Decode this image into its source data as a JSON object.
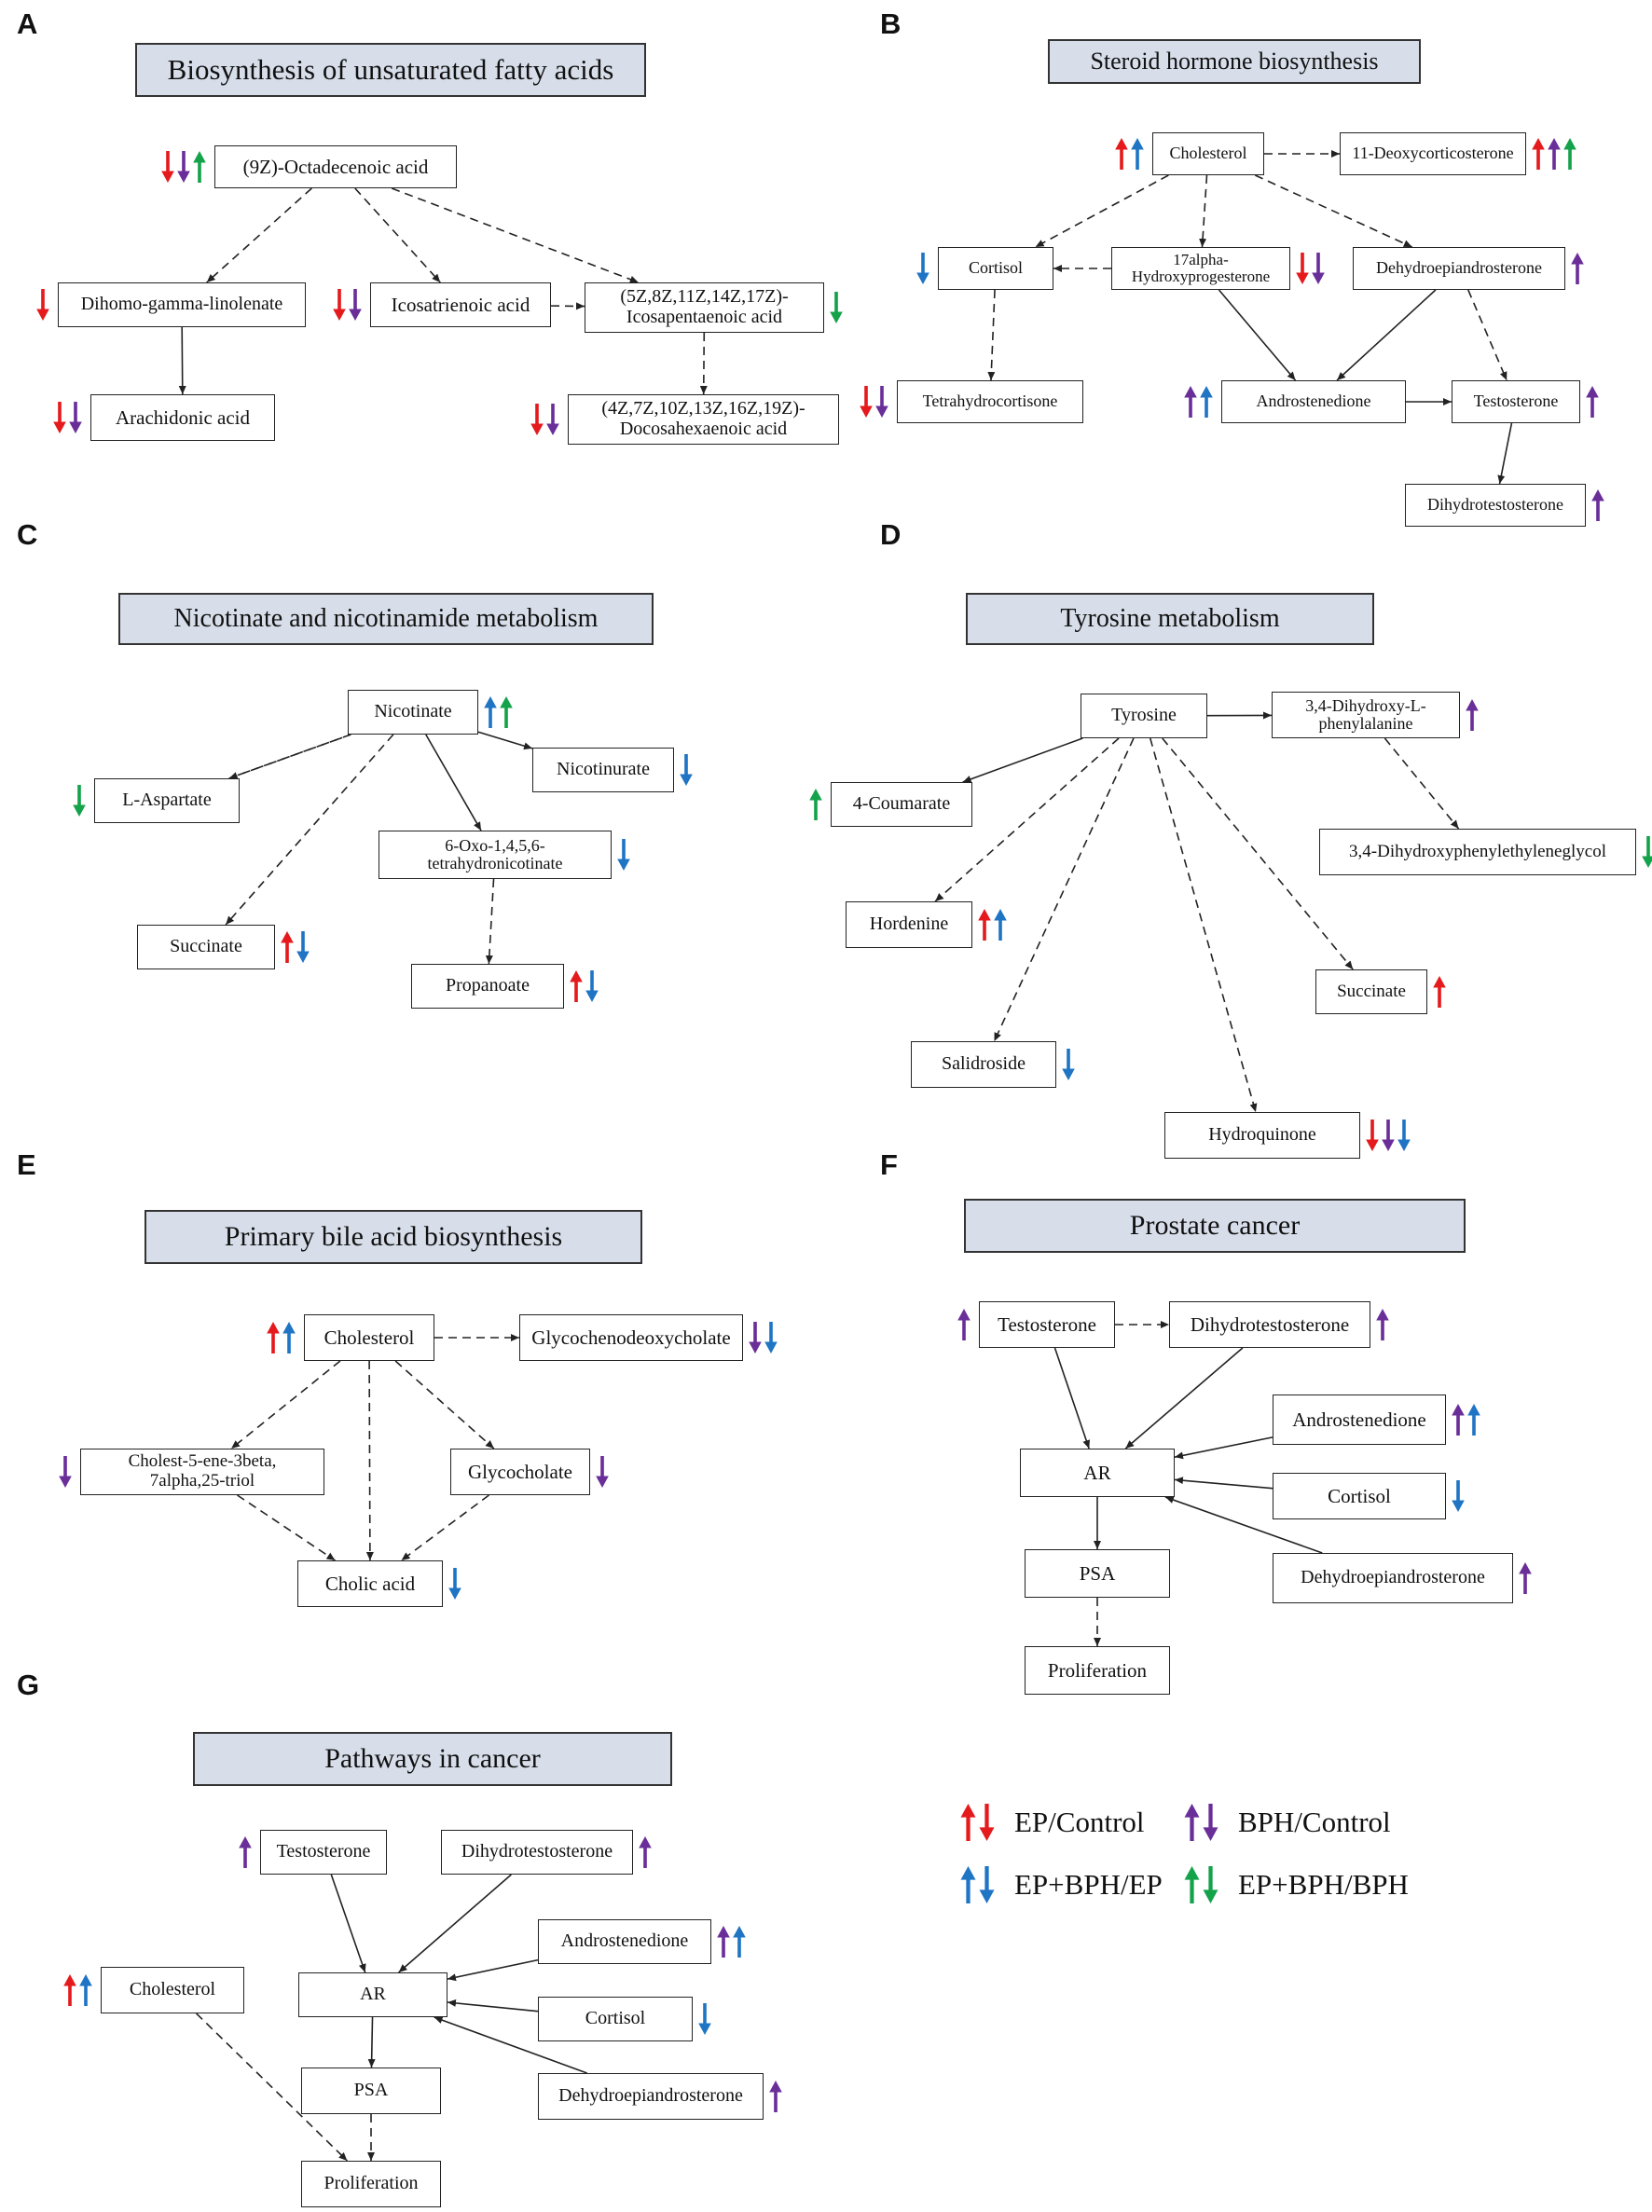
{
  "colors": {
    "red": "#e41a1c",
    "purple": "#6a2e99",
    "blue": "#1f74c4",
    "green": "#14a24a"
  },
  "panels": [
    {
      "id": "A",
      "title": "Biosynthesis of unsaturated fatty acids"
    },
    {
      "id": "B",
      "title": "Steroid hormone biosynthesis"
    },
    {
      "id": "C",
      "title": "Nicotinate and nicotinamide metabolism"
    },
    {
      "id": "D",
      "title": "Tyrosine metabolism"
    },
    {
      "id": "E",
      "title": "Primary bile acid biosynthesis"
    },
    {
      "id": "F",
      "title": "Prostate cancer"
    },
    {
      "id": "G",
      "title": "Pathways in cancer"
    }
  ],
  "nodes": {
    "A_oct": {
      "label": "(9Z)-Octadecenoic acid",
      "arrows": [
        "red-down",
        "purple-down",
        "green-up"
      ]
    },
    "A_dgl": {
      "label": "Dihomo-gamma-linolenate",
      "arrows": [
        "red-down"
      ]
    },
    "A_ico": {
      "label": "Icosatrienoic acid",
      "arrows": [
        "red-down",
        "purple-down"
      ]
    },
    "A_epa": {
      "label": "(5Z,8Z,11Z,14Z,17Z)-\nIcosapentaenoic acid",
      "arrows": [
        "green-down"
      ]
    },
    "A_ara": {
      "label": "Arachidonic acid",
      "arrows": [
        "red-down",
        "purple-down"
      ]
    },
    "A_dha": {
      "label": "(4Z,7Z,10Z,13Z,16Z,19Z)-\nDocosahexaenoic acid",
      "arrows": [
        "red-down",
        "purple-down"
      ]
    },
    "B_chol": {
      "label": "Cholesterol",
      "arrows": [
        "red-up",
        "blue-up"
      ]
    },
    "B_11d": {
      "label": "11-Deoxycorticosterone",
      "arrows": [
        "red-up",
        "purple-up",
        "green-up"
      ]
    },
    "B_cort": {
      "label": "Cortisol",
      "arrows": [
        "blue-down"
      ]
    },
    "B_17a": {
      "label": "17alpha-\nHydroxyprogesterone",
      "arrows": [
        "red-down",
        "purple-down"
      ]
    },
    "B_dhea": {
      "label": "Dehydroepiandrosterone",
      "arrows": [
        "purple-up"
      ]
    },
    "B_thc": {
      "label": "Tetrahydrocortisone",
      "arrows": [
        "red-down",
        "purple-down"
      ]
    },
    "B_andro": {
      "label": "Androstenedione",
      "arrows": [
        "purple-up",
        "blue-up"
      ]
    },
    "B_testo": {
      "label": "Testosterone",
      "arrows": [
        "purple-up"
      ]
    },
    "B_dht": {
      "label": "Dihydrotestosterone",
      "arrows": [
        "purple-up"
      ]
    },
    "C_nic": {
      "label": "Nicotinate",
      "arrows": [
        "blue-up",
        "green-up"
      ]
    },
    "C_asp": {
      "label": "L-Aspartate",
      "arrows": [
        "green-down"
      ]
    },
    "C_nicu": {
      "label": "Nicotinurate",
      "arrows": [
        "blue-down"
      ]
    },
    "C_oxo": {
      "label": "6-Oxo-1,4,5,6-\ntetrahydronicotinate",
      "arrows": [
        "blue-down"
      ]
    },
    "C_succ": {
      "label": "Succinate",
      "arrows": [
        "red-up",
        "blue-down"
      ]
    },
    "C_prop": {
      "label": "Propanoate",
      "arrows": [
        "red-up",
        "blue-down"
      ]
    },
    "D_tyr": {
      "label": "Tyrosine",
      "arrows": []
    },
    "D_dopa": {
      "label": "3,4-Dihydroxy-L-\nphenylalanine",
      "arrows": [
        "purple-up"
      ]
    },
    "D_coum": {
      "label": "4-Coumarate",
      "arrows": [
        "green-up"
      ]
    },
    "D_dhpg": {
      "label": "3,4-Dihydroxyphenylethyleneglycol",
      "arrows": [
        "green-down"
      ]
    },
    "D_hord": {
      "label": "Hordenine",
      "arrows": [
        "red-up",
        "blue-up"
      ]
    },
    "D_succ": {
      "label": "Succinate",
      "arrows": [
        "red-up"
      ]
    },
    "D_sal": {
      "label": "Salidroside",
      "arrows": [
        "blue-down"
      ]
    },
    "D_hq": {
      "label": "Hydroquinone",
      "arrows": [
        "red-down",
        "purple-down",
        "blue-down"
      ]
    },
    "E_chol": {
      "label": "Cholesterol",
      "arrows": [
        "red-up",
        "blue-up"
      ]
    },
    "E_gcdc": {
      "label": "Glycochenodeoxycholate",
      "arrows": [
        "purple-down",
        "blue-down"
      ]
    },
    "E_triol": {
      "label": "Cholest-5-ene-3beta,\n7alpha,25-triol",
      "arrows": [
        "purple-down"
      ]
    },
    "E_gc": {
      "label": "Glycocholate",
      "arrows": [
        "purple-down"
      ]
    },
    "E_ca": {
      "label": "Cholic acid",
      "arrows": [
        "blue-down"
      ]
    },
    "F_testo": {
      "label": "Testosterone",
      "arrows": [
        "purple-up"
      ]
    },
    "F_dht": {
      "label": "Dihydrotestosterone",
      "arrows": [
        "purple-up"
      ]
    },
    "F_andro": {
      "label": "Androstenedione",
      "arrows": [
        "purple-up",
        "blue-up"
      ]
    },
    "F_ar": {
      "label": "AR",
      "arrows": []
    },
    "F_cort": {
      "label": "Cortisol",
      "arrows": [
        "blue-down"
      ]
    },
    "F_psa": {
      "label": "PSA",
      "arrows": []
    },
    "F_dhea": {
      "label": "Dehydroepiandrosterone",
      "arrows": [
        "purple-up"
      ]
    },
    "F_prol": {
      "label": "Proliferation",
      "arrows": []
    },
    "G_testo": {
      "label": "Testosterone",
      "arrows": [
        "purple-up"
      ]
    },
    "G_dht": {
      "label": "Dihydrotestosterone",
      "arrows": [
        "purple-up"
      ]
    },
    "G_andro": {
      "label": "Androstenedione",
      "arrows": [
        "purple-up",
        "blue-up"
      ]
    },
    "G_chol": {
      "label": "Cholesterol",
      "arrows": [
        "red-up",
        "blue-up"
      ]
    },
    "G_ar": {
      "label": "AR",
      "arrows": []
    },
    "G_cort": {
      "label": "Cortisol",
      "arrows": [
        "blue-down"
      ]
    },
    "G_psa": {
      "label": "PSA",
      "arrows": []
    },
    "G_dhea": {
      "label": "Dehydroepiandrosterone",
      "arrows": [
        "purple-up"
      ]
    },
    "G_prol": {
      "label": "Proliferation",
      "arrows": []
    }
  },
  "legend": [
    {
      "label": "EP/Control",
      "arrows": [
        "red-up",
        "red-down"
      ]
    },
    {
      "label": "BPH/Control",
      "arrows": [
        "purple-up",
        "purple-down"
      ]
    },
    {
      "label": "EP+BPH/EP",
      "arrows": [
        "blue-up",
        "blue-down"
      ]
    },
    {
      "label": "EP+BPH/BPH",
      "arrows": [
        "green-up",
        "green-down"
      ]
    }
  ]
}
